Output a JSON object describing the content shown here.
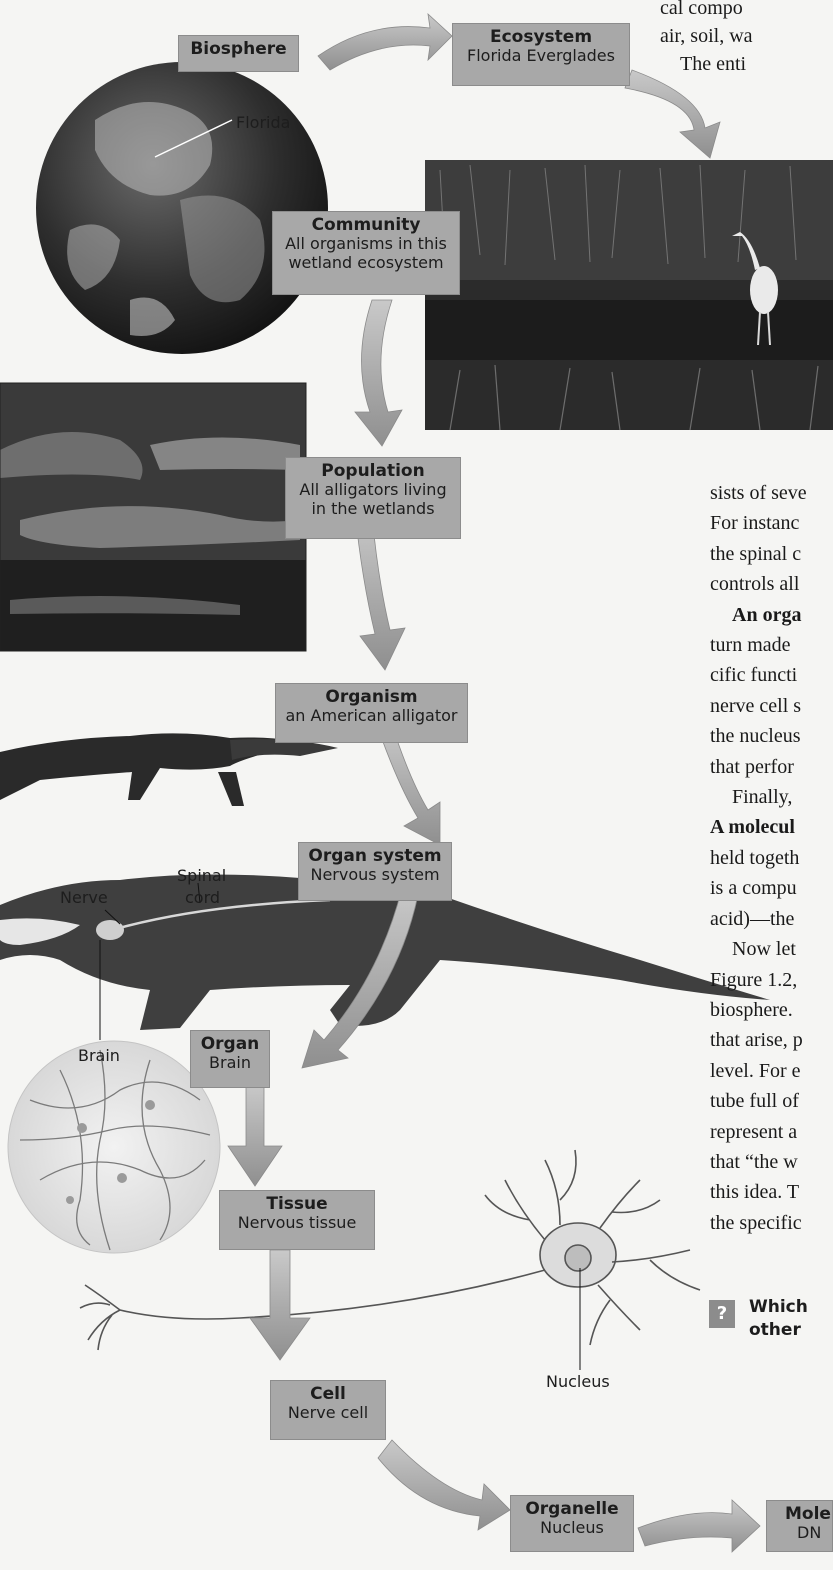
{
  "levels": {
    "biosphere": {
      "name": "Biosphere"
    },
    "ecosystem": {
      "name": "Ecosystem",
      "desc": "Florida Everglades"
    },
    "community": {
      "name": "Community",
      "desc1": "All organisms in this",
      "desc2": "wetland ecosystem"
    },
    "population": {
      "name": "Population",
      "desc1": "All alligators living",
      "desc2": "in the wetlands"
    },
    "organism": {
      "name": "Organism",
      "desc": "an American alligator"
    },
    "organ_system": {
      "name": "Organ system",
      "desc": "Nervous system"
    },
    "organ": {
      "name": "Organ",
      "desc": "Brain"
    },
    "tissue": {
      "name": "Tissue",
      "desc": "Nervous tissue"
    },
    "cell": {
      "name": "Cell",
      "desc": "Nerve cell"
    },
    "organelle": {
      "name": "Organelle",
      "desc": "Nucleus"
    },
    "molecule": {
      "name": "Mole",
      "desc": "DN"
    }
  },
  "callouts": {
    "florida": "Florida",
    "nerve": "Nerve",
    "spinal_cord_1": "Spinal",
    "spinal_cord_2": "cord",
    "brain": "Brain",
    "nucleus": "Nucleus"
  },
  "body_text": {
    "top_lines": [
      "cal compo",
      "air, soil, wa",
      "The enti"
    ],
    "mid_lines": [
      "sists of seve",
      "For instanc",
      "the spinal c",
      "controls all",
      "An orga",
      "turn made",
      "cific functi",
      "nerve cell s",
      "the nucleus",
      "that perfor",
      "Finally,",
      "A molecul",
      "held togeth",
      "is a compu",
      "acid)—the",
      "Now let",
      "Figure 1.2,",
      "biosphere.",
      "that arise, p",
      "level. For e",
      "tube full of",
      "represent a",
      "that “the w",
      "this idea. T",
      "the specific"
    ]
  },
  "question": {
    "marker": "?",
    "line1": "Which",
    "line2": "other"
  }
}
